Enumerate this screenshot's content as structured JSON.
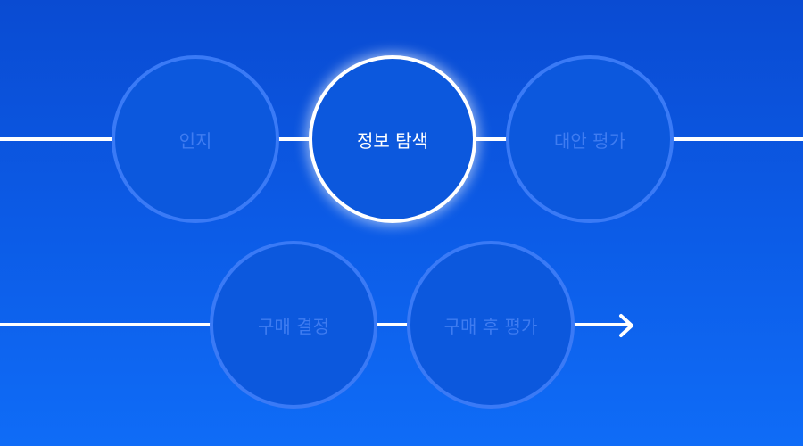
{
  "title": "구매 결정 과정",
  "active_step": 1,
  "steps": [
    {
      "label": "인지"
    },
    {
      "label": "정보 탐색"
    },
    {
      "label": "대안 평가"
    },
    {
      "label": "구매 결정"
    },
    {
      "label": "구매 후 평가"
    }
  ],
  "colors": {
    "active_border": "#ffffff",
    "inactive_border": "#3a7af6",
    "inactive_text": "#3f7cf1"
  }
}
